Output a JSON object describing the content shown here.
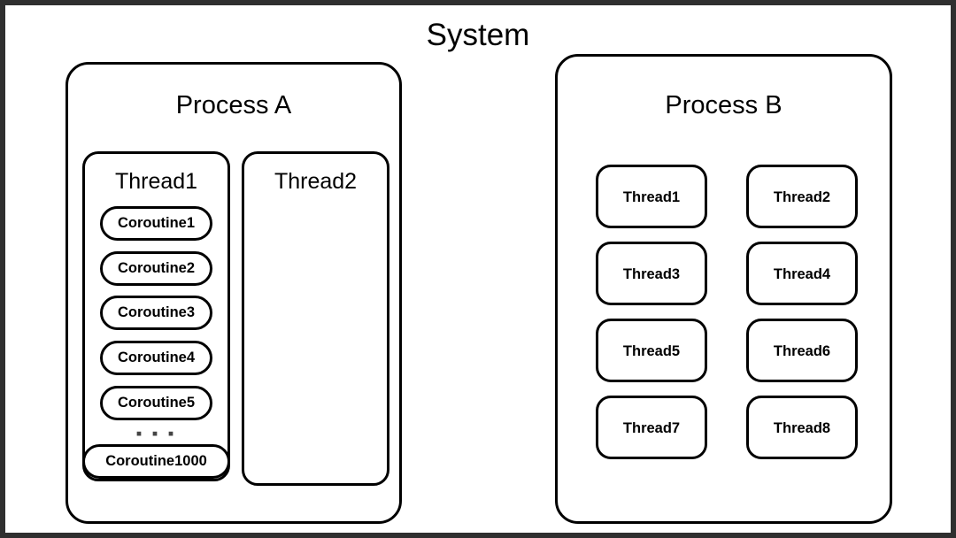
{
  "diagram": {
    "title": "System",
    "frame_color": "#2f2f2f",
    "stroke_color": "#000000",
    "background_color": "#ffffff"
  },
  "process_a": {
    "title": "Process A",
    "threads": [
      {
        "label": "Thread1",
        "coroutines": [
          "Coroutine1",
          "Coroutine2",
          "Coroutine3",
          "Coroutine4",
          "Coroutine5"
        ],
        "ellipsis": "▪ ▪ ▪",
        "last_coroutine": "Coroutine1000"
      },
      {
        "label": "Thread2",
        "coroutines": []
      }
    ]
  },
  "process_b": {
    "title": "Process B",
    "threads": [
      "Thread1",
      "Thread2",
      "Thread3",
      "Thread4",
      "Thread5",
      "Thread6",
      "Thread7",
      "Thread8"
    ]
  }
}
